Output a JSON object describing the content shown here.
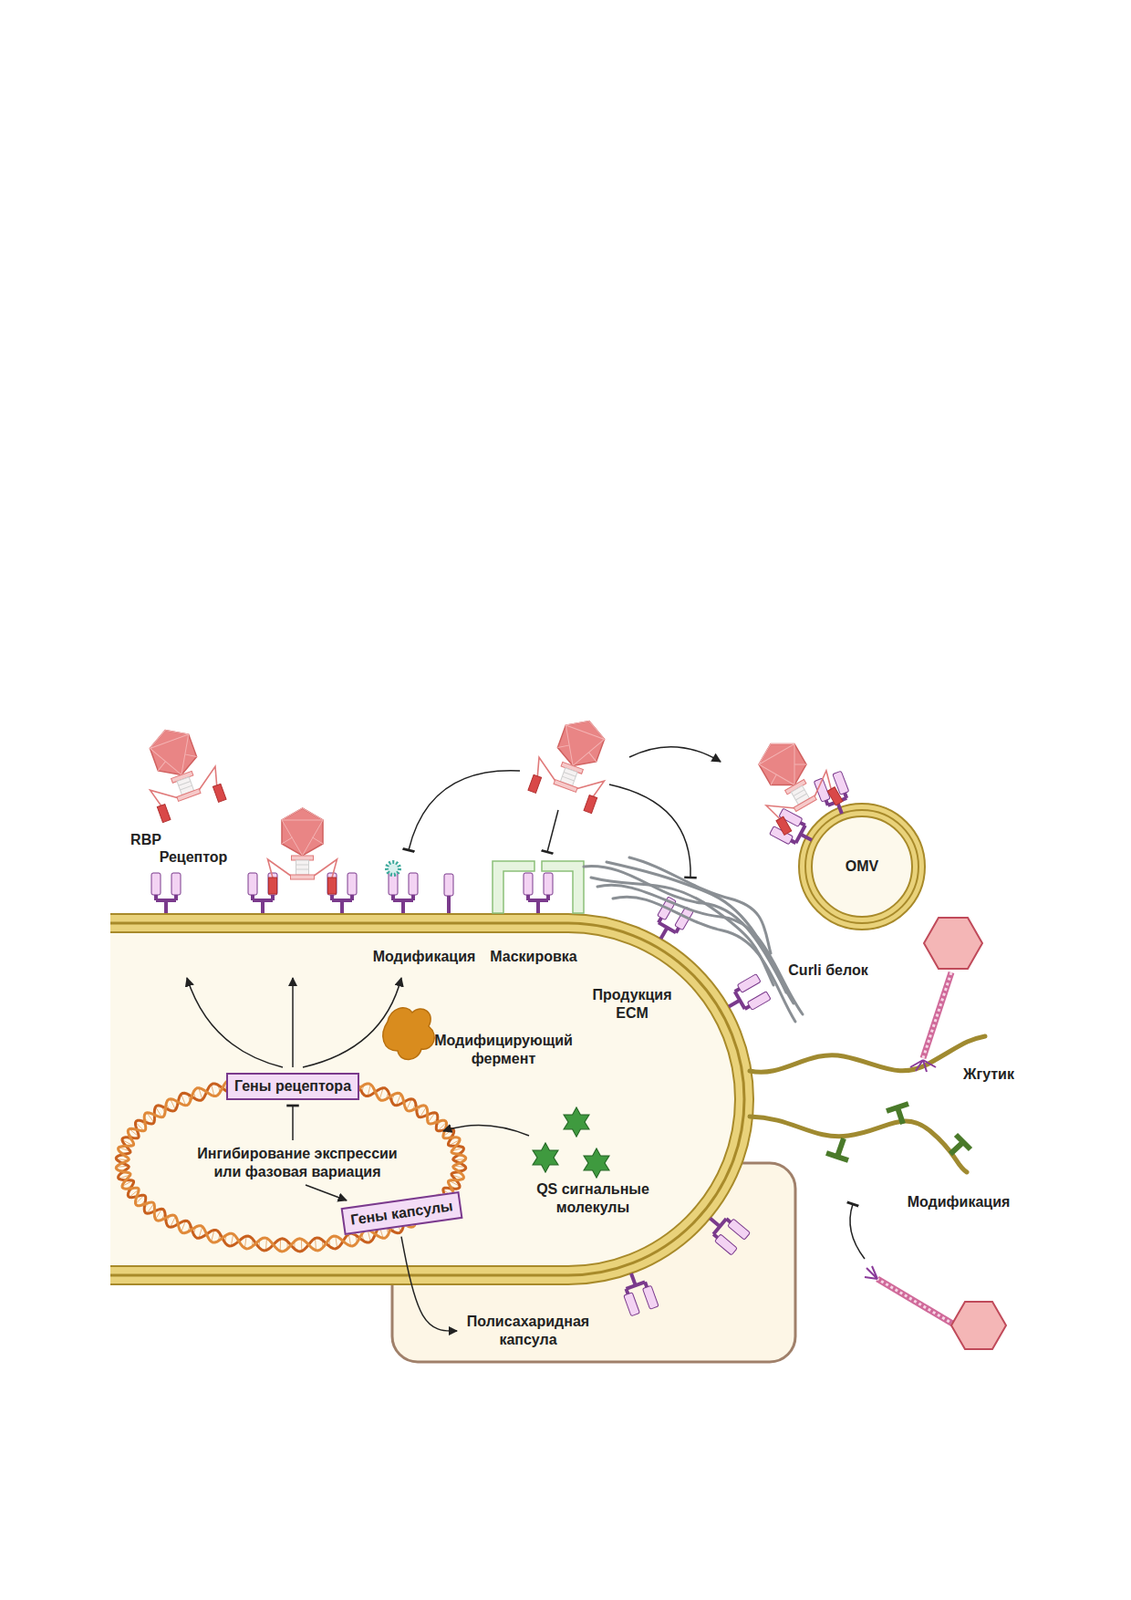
{
  "diagram": {
    "nodes": [
      {
        "text": [
          "Гены рецептора"
        ]
      },
      {
        "text": [
          "Гены капсулы"
        ]
      },
      {
        "text": [
          "Полисахаридная капсула"
        ]
      },
      {
        "text": [
          "OMV"
        ]
      }
    ],
    "edges": [
      {
        "from": 1,
        "to": 2,
        "arrow": "to"
      }
    ],
    "labels": [
      "RBP",
      "Рецептор",
      "Модификация",
      "Маскировка",
      "Curli белок",
      "Продукция ECM",
      "Модифицирующий фермент",
      "Ингибирование экспрессии или фазовая вариация",
      "QS сигнальные молекулы",
      "Жгутик",
      "Модификация"
    ]
  }
}
